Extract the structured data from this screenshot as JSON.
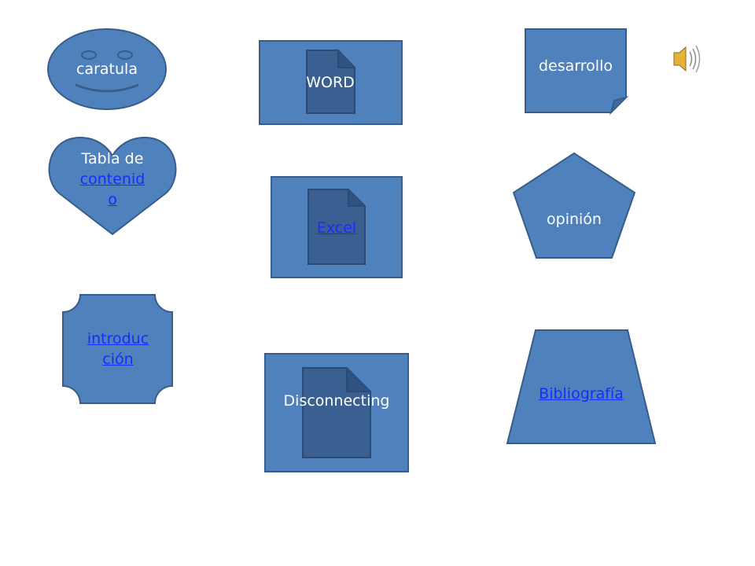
{
  "slide": {
    "colors": {
      "shape_fill": "#4f81bd",
      "shape_stroke": "#385d8a",
      "doc_icon_fill": "#3a5f91",
      "doc_icon_stroke": "#2c4a73",
      "label_color": "#ffffff",
      "link_color": "#1a2bff"
    },
    "shapes": {
      "caratula": {
        "label": "caratula"
      },
      "word": {
        "label": "WORD"
      },
      "desarrollo": {
        "label": "desarrollo"
      },
      "tabla": {
        "line1": "Tabla de",
        "link_line1": "contenid",
        "link_line2": "o"
      },
      "excel": {
        "label": "Excel"
      },
      "opinion": {
        "label": "opinión"
      },
      "introduccion": {
        "link_line1": "introduc",
        "link_line2": "ción"
      },
      "disconnecting": {
        "label": "Disconnecting"
      },
      "bibliografia": {
        "label": "Bibliografía"
      }
    },
    "icons": {
      "sound": "speaker-icon",
      "document": "document-icon"
    }
  }
}
